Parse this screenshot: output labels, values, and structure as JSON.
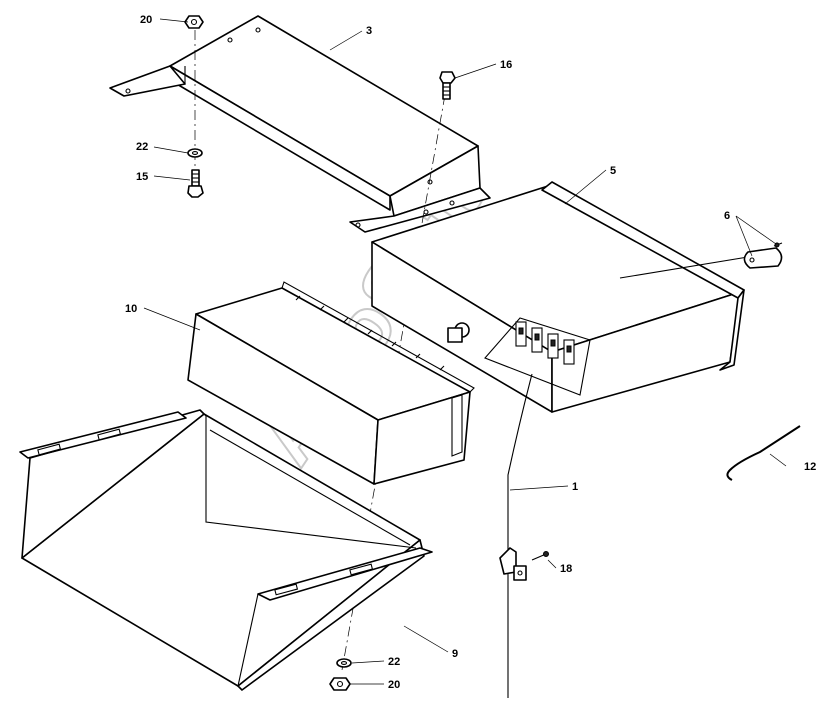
{
  "watermark": "AutoSoft",
  "callouts": {
    "c20_top": "20",
    "c3": "3",
    "c16": "16",
    "c22_top": "22",
    "c15": "15",
    "c5": "5",
    "c6": "6",
    "c10": "10",
    "c1": "1",
    "c12": "12",
    "c18": "18",
    "c9": "9",
    "c22_bottom": "22",
    "c20_bottom": "20"
  }
}
